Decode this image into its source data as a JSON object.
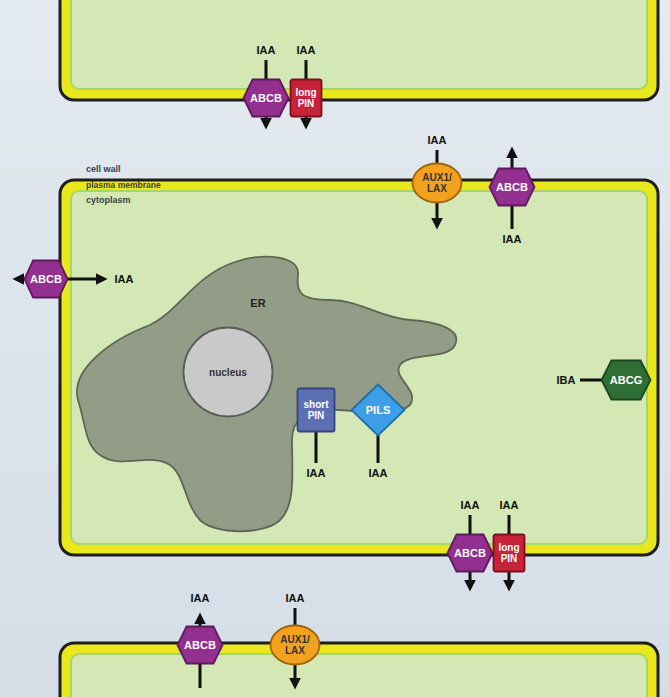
{
  "diagram": {
    "nodes": [
      {
        "text": [
          "ABCB"
        ]
      },
      {
        "text": [
          "long PIN"
        ]
      },
      {
        "text": [
          "AUX1/ LAX"
        ]
      },
      {
        "text": [
          "ABCB"
        ]
      },
      {
        "text": [
          "ABCB"
        ]
      },
      {
        "text": [
          "ER"
        ]
      },
      {
        "text": [
          "nucleus"
        ],
        "in": 5
      },
      {
        "text": [
          "ABCG"
        ]
      },
      {
        "text": [
          "short PIN"
        ]
      },
      {
        "text": [
          "PILS"
        ]
      },
      {
        "text": [
          "ABCB"
        ]
      },
      {
        "text": [
          "long PIN"
        ]
      },
      {
        "text": [
          "ABCB"
        ]
      },
      {
        "text": [
          "AUX1/ LAX"
        ]
      }
    ],
    "labels": [
      "IAA",
      "IAA",
      "IAA",
      "cell wall",
      "plasma membrane",
      "cytoplasm",
      "IAA",
      "IAA",
      "IBA",
      "IAA",
      "IAA",
      "IAA",
      "IAA",
      "IAA",
      "IAA"
    ]
  }
}
